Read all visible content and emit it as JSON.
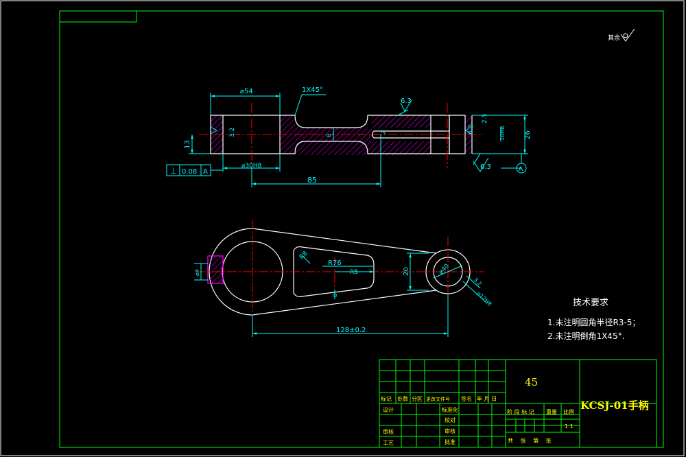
{
  "colors": {
    "background": "#000000",
    "frame": "#00ff00",
    "dimension": "#00ffff",
    "outline": "#ffffff",
    "centerline": "#ff0000",
    "hatch": "#ff00ff",
    "title_text": "#ffff00"
  },
  "surface_roughness_global": {
    "symbol": "roughness-check-icon",
    "label": "其余"
  },
  "section_view": {
    "dims": {
      "top_diameter": "⌀54",
      "chamfer": "1X45°",
      "roughness_top": "6.3",
      "roughness_left": "3.2",
      "roughness_right": "6.3",
      "roughness_right2": "2.5",
      "roughness_bottom": "6.3",
      "height_left": "13",
      "height_right": "26",
      "hole_left": "⌀30H8",
      "hole_right": "10H8",
      "web": "8",
      "slot": "3",
      "length": "85",
      "datum_label": "A"
    },
    "tolerance_frame": {
      "symbol": "⊥",
      "value": "0.08",
      "datum": "A"
    }
  },
  "plan_view": {
    "dims": {
      "r_pocket": "R8",
      "r76": "R76",
      "r5": "R5",
      "height_20": "20",
      "dia_small": "⌀40",
      "dia_left": "⌀4",
      "r_small": "3.2",
      "hole_small": "⌀12H8",
      "rib": "8",
      "center_distance": "128±0.2"
    }
  },
  "tech_requirements": {
    "title": "技术要求",
    "items": [
      "1.未注明圆角半径R3-5；",
      "2.未注明倒角1X45°."
    ]
  },
  "title_block": {
    "material": "45",
    "drawing_name": "KCSJ-01手柄",
    "headers": [
      "标记",
      "处数",
      "分区",
      "更改文件号",
      "签名",
      "年 月 日"
    ],
    "roles": [
      "设计",
      "审核",
      "工艺"
    ],
    "mid_labels": [
      "标准化",
      "校对",
      "审核",
      "批准"
    ],
    "stage_labels": [
      "阶 段 标 记",
      "重量",
      "比例"
    ],
    "scale": "1:1",
    "sheet_label": "共 张 第 张"
  }
}
